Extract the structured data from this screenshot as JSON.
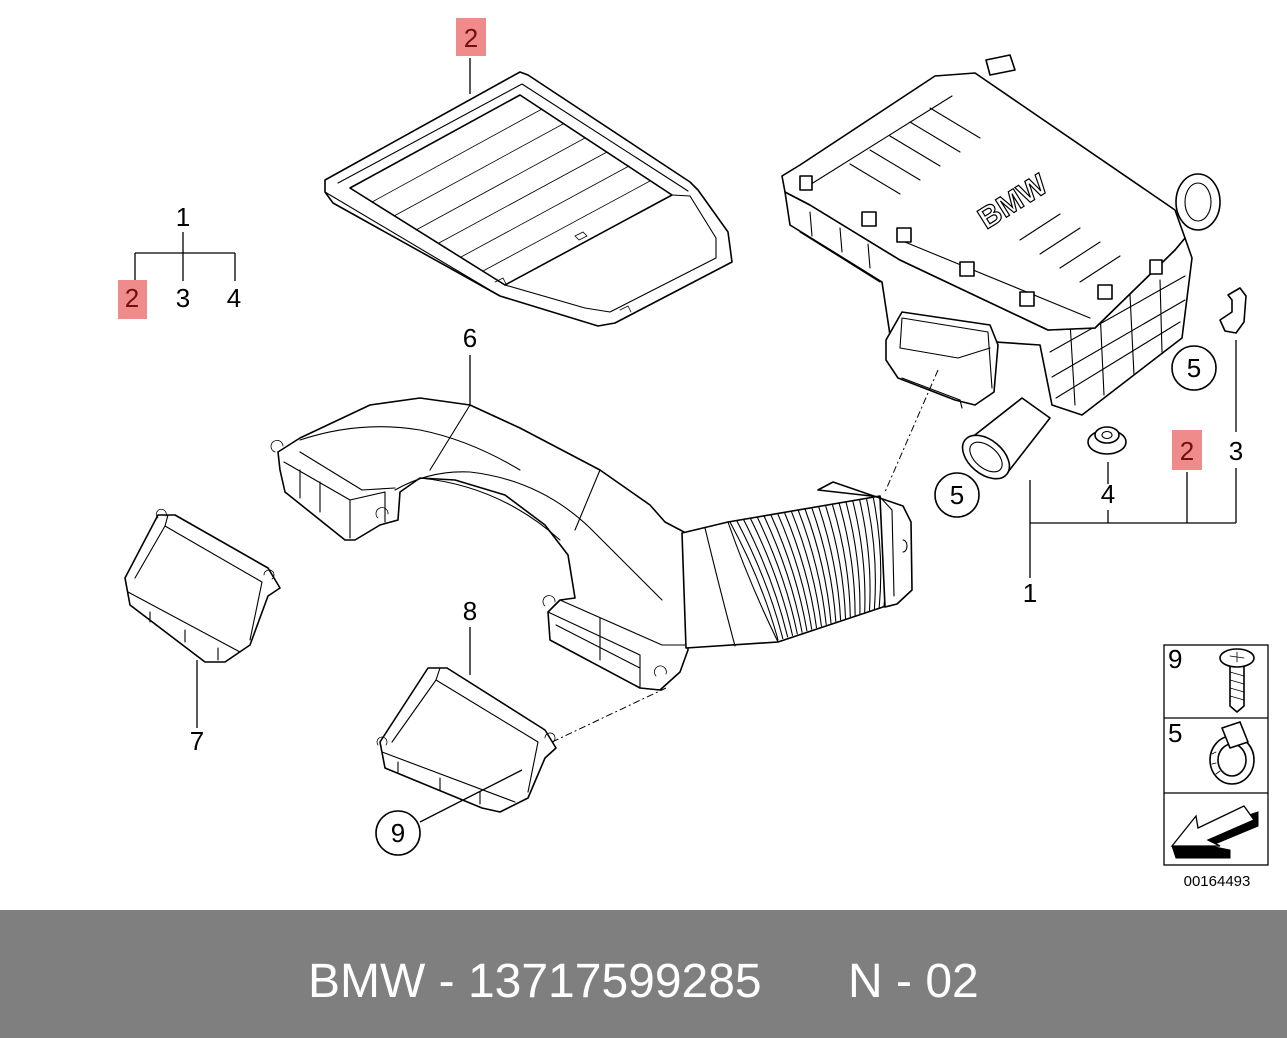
{
  "callouts": {
    "air_filter": {
      "label": "2",
      "highlighted": true
    },
    "left_group": {
      "parent": "1",
      "children": [
        {
          "label": "2",
          "highlighted": true
        },
        {
          "label": "3"
        },
        {
          "label": "4"
        }
      ]
    },
    "main_duct": {
      "label": "6"
    },
    "left_duct": {
      "label": "7"
    },
    "lower_duct": {
      "label": "8"
    },
    "screw_ref": {
      "label": "9"
    },
    "clamp_ref_right": {
      "label": "5"
    },
    "clamp_ref_pipe": {
      "label": "5"
    },
    "right_group": {
      "parent": "1",
      "children": [
        {
          "label": "4"
        },
        {
          "label": "2",
          "highlighted": true
        },
        {
          "label": "3"
        }
      ]
    }
  },
  "legend": {
    "items": [
      {
        "label": "9",
        "icon": "screw-icon"
      },
      {
        "label": "5",
        "icon": "hose-clamp-icon"
      },
      {
        "icon": "direction-arrow-icon"
      }
    ]
  },
  "diagram_id": "00164493",
  "box_logo": "BMW",
  "footer": {
    "part": "BMW - 13717599285",
    "ref": "N - 02"
  },
  "colors": {
    "highlight": "#f08b8b",
    "highlight_text": "#6e1010",
    "footer_bg": "#7f7f7f",
    "footer_text": "#ffffff",
    "line": "#000000"
  }
}
